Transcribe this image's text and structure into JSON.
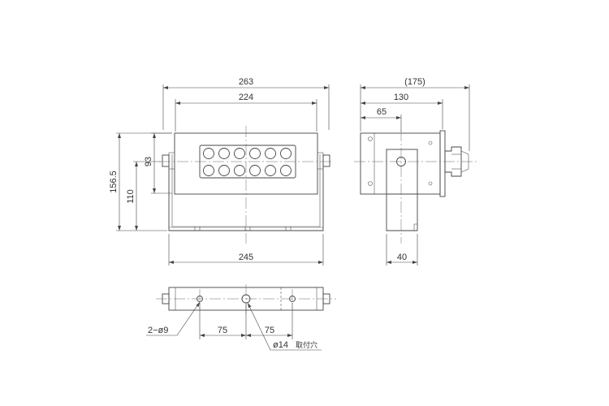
{
  "front_view": {
    "overall_width": "263",
    "bracket_span": "224",
    "body_height": "93",
    "overall_height": "156.5",
    "mount_height": "110",
    "base_width": "245"
  },
  "side_view": {
    "overall_depth": "(175)",
    "body_depth": "130",
    "bracket_offset": "65",
    "bracket_width": "40"
  },
  "bottom_view": {
    "hole_callout": "2−ø9",
    "hole_pitch_left": "75",
    "hole_pitch_right": "75",
    "center_hole": "ø14",
    "center_hole_note": "取付穴"
  }
}
